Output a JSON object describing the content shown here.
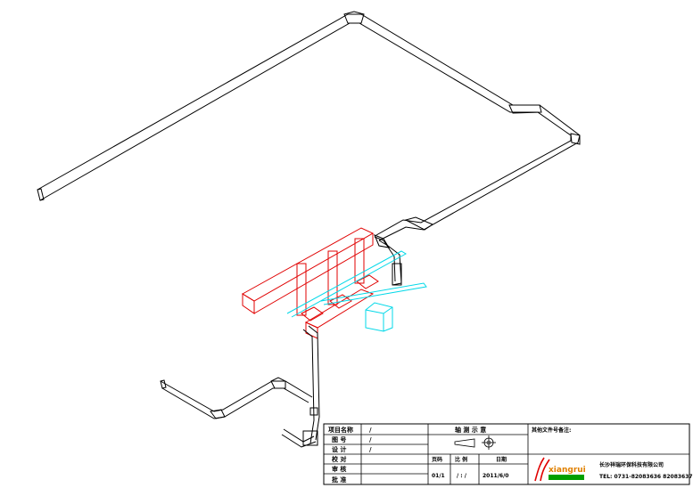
{
  "title_block": {
    "rows": [
      {
        "label": "项目名称",
        "value": "/"
      },
      {
        "label": "图 号",
        "value": "/"
      },
      {
        "label": "设 计",
        "value": "/"
      },
      {
        "label": "校 对",
        "value": ""
      },
      {
        "label": "审 核",
        "value": ""
      },
      {
        "label": "批 准",
        "value": ""
      }
    ],
    "drawing_title": "轴 测 示 意",
    "notes_label": "其他文件号备注:",
    "info_headers": [
      "页码",
      "比 例",
      "日期"
    ],
    "info_values": [
      "01/1",
      "/ : /",
      "2011/6/0"
    ],
    "company_name": "长沙祥瑞环保科技有限公司",
    "company_tel": "TEL: 0731-82083636  82083637",
    "logo_text": "xiangrui"
  },
  "colors": {
    "duct": "#000000",
    "equipment_red": "#e00000",
    "pipe_cyan": "#00d8e8"
  }
}
